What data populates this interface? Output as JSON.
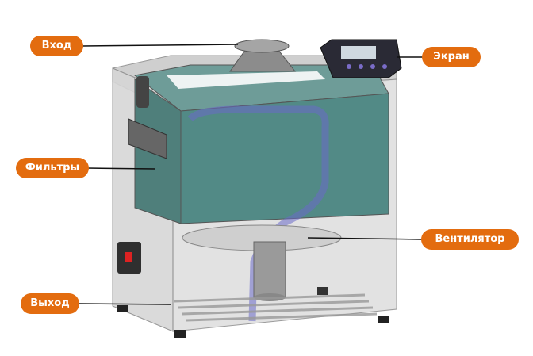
{
  "labels": {
    "inlet": "Вход",
    "screen": "Экран",
    "filters": "Фильтры",
    "fan": "Вентилятор",
    "outlet": "Выход"
  },
  "colors": {
    "accent": "#e36c0f",
    "filter": "#4f8a86",
    "body": "#d9d9d9"
  }
}
